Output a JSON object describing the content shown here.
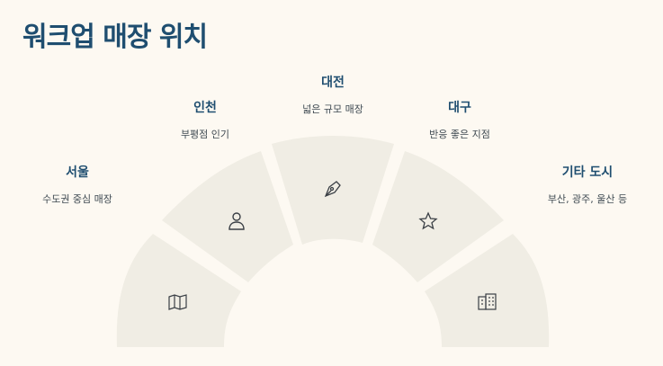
{
  "title": "워크업 매장 위치",
  "locations": [
    {
      "name": "서울",
      "desc": "수도권 중심 매장",
      "icon": "map-icon"
    },
    {
      "name": "인천",
      "desc": "부평점 인기",
      "icon": "user-icon"
    },
    {
      "name": "대전",
      "desc": "넓은 규모 매장",
      "icon": "pen-icon"
    },
    {
      "name": "대구",
      "desc": "반응 좋은 지점",
      "icon": "star-icon"
    },
    {
      "name": "기타 도시",
      "desc": "부산, 광주, 울산 등",
      "icon": "buildings-icon"
    }
  ],
  "colors": {
    "segment": "#f0ede4",
    "title": "#1f4e70",
    "icon": "#3a3f45",
    "background": "#fdf9f2"
  }
}
